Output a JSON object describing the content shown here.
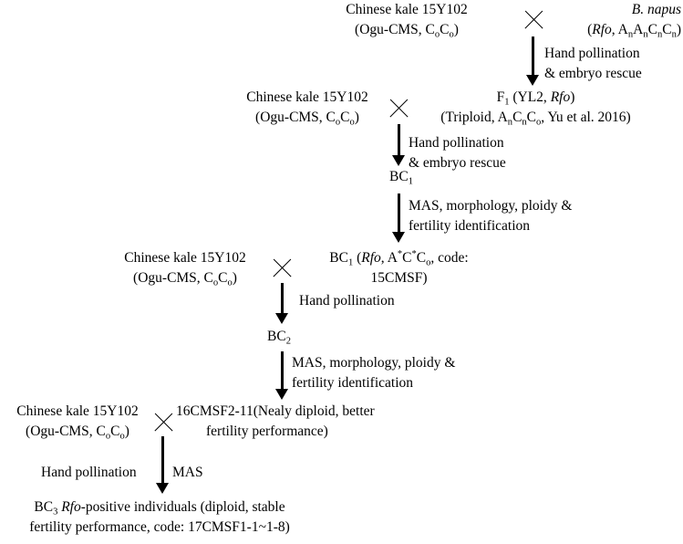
{
  "kale_name": "Chinese kale 15Y102",
  "kale_cms": "(Ogu-CMS, C",
  "o_sub": "o",
  "n_sub": "n",
  "one_sub": "1",
  "two_sub": "2",
  "three_sub": "3",
  "star": "*",
  "napus_name": "B. napus",
  "rfo": "Rfo",
  "comma_space": ", ",
  "A": "A",
  "C": "C",
  "close_paren": ")",
  "f1_F": "F",
  "f1_mid": " (YL2, ",
  "f1_line2_a": "(Triploid, A",
  "f1_line2_b": ", Yu et al. 2016)",
  "bc": "BC",
  "bc1_line1_a": " (",
  "bc1_line1_b": ", code:",
  "bc1_line2": "15CMSF)",
  "hand_pollination": "Hand pollination",
  "embryo_rescue": "& embryo rescue",
  "mas_line1": "MAS, morphology, ploidy &",
  "mas_line2": "fertility identification",
  "mas": "MAS",
  "cmsf2_line1": "16CMSF2-11(Nealy diploid, better",
  "cmsf2_line2": "fertility performance)",
  "bc3_line1_b": "-positive individuals (diploid, stable",
  "bc3_line2": "fertility performance, code: 17CMSF1-1~1-8)"
}
